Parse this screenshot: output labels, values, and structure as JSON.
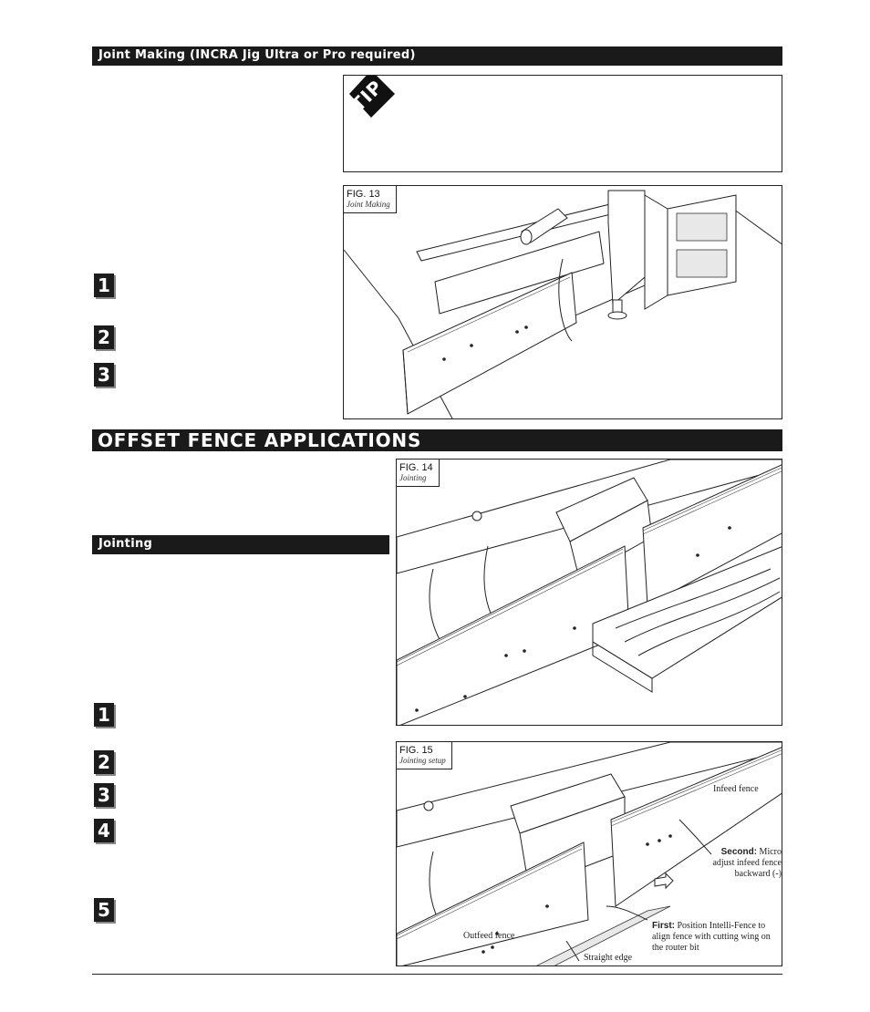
{
  "header_joint": "Joint Making (INCRA Jig Ultra or Pro required)",
  "tip_badge": "TIP",
  "header_offset": "OFFSET FENCE APPLICATIONS",
  "header_jointing": "Jointing",
  "steps_top": [
    "1",
    "2",
    "3"
  ],
  "steps_bottom": [
    "1",
    "2",
    "3",
    "4",
    "5"
  ],
  "fig13": {
    "label": "FIG. 13",
    "caption": "Joint Making"
  },
  "fig14": {
    "label": "FIG. 14",
    "caption": "Jointing"
  },
  "fig15": {
    "label": "FIG. 15",
    "caption": "Jointing setup",
    "infeed_fence": "Infeed fence",
    "second_bold": "Second:",
    "second_text": "Micro adjust infeed fence backward (-)",
    "first_bold": "First:",
    "first_text": "Position Intelli-Fence to align fence with cutting wing on the router bit",
    "outfeed_fence": "Outfeed fence",
    "straight_edge": "Straight edge"
  }
}
